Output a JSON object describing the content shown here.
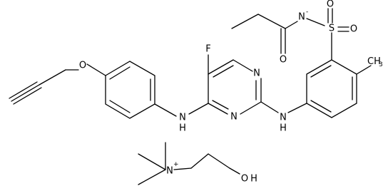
{
  "atoms": {
    "fluorine": "F",
    "pyrimidine_n_top": "N",
    "pyrimidine_n_bottom": "N",
    "amine_left": "N",
    "amine_left_h": "H",
    "amine_right": "N",
    "amine_right_h": "H",
    "ether_oxygen": "O",
    "sulfonyl_sulfur": "S",
    "sulfonyl_oxygen_top": "O",
    "sulfonyl_oxygen_right": "O",
    "amide_nitrogen": "N",
    "amide_charge": "-",
    "carbonyl_oxygen": "O",
    "methyl": "CH",
    "methyl_sub": "3",
    "ammonium_nitrogen": "N",
    "ammonium_charge": "+",
    "hydroxyl_oxygen": "O",
    "hydroxyl_h": "H"
  }
}
